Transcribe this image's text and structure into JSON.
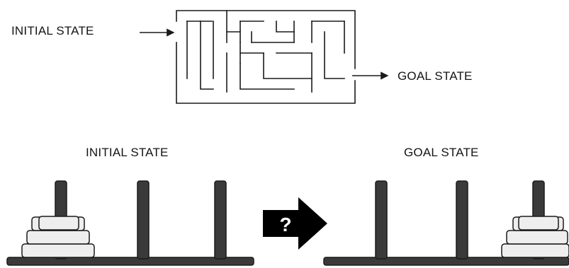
{
  "maze": {
    "initial_label": "INITIAL STATE",
    "goal_label": "GOAL STATE"
  },
  "hanoi": {
    "initial_label": "INITIAL STATE",
    "goal_label": "GOAL STATE",
    "transition_symbol": "?",
    "disk_count": 4
  },
  "colors": {
    "line": "#1a1a1a",
    "peg": "#3a3a3a",
    "disk_fill": "#eeeeee",
    "arrow": "#000000",
    "arrow_text": "#ffffff"
  }
}
